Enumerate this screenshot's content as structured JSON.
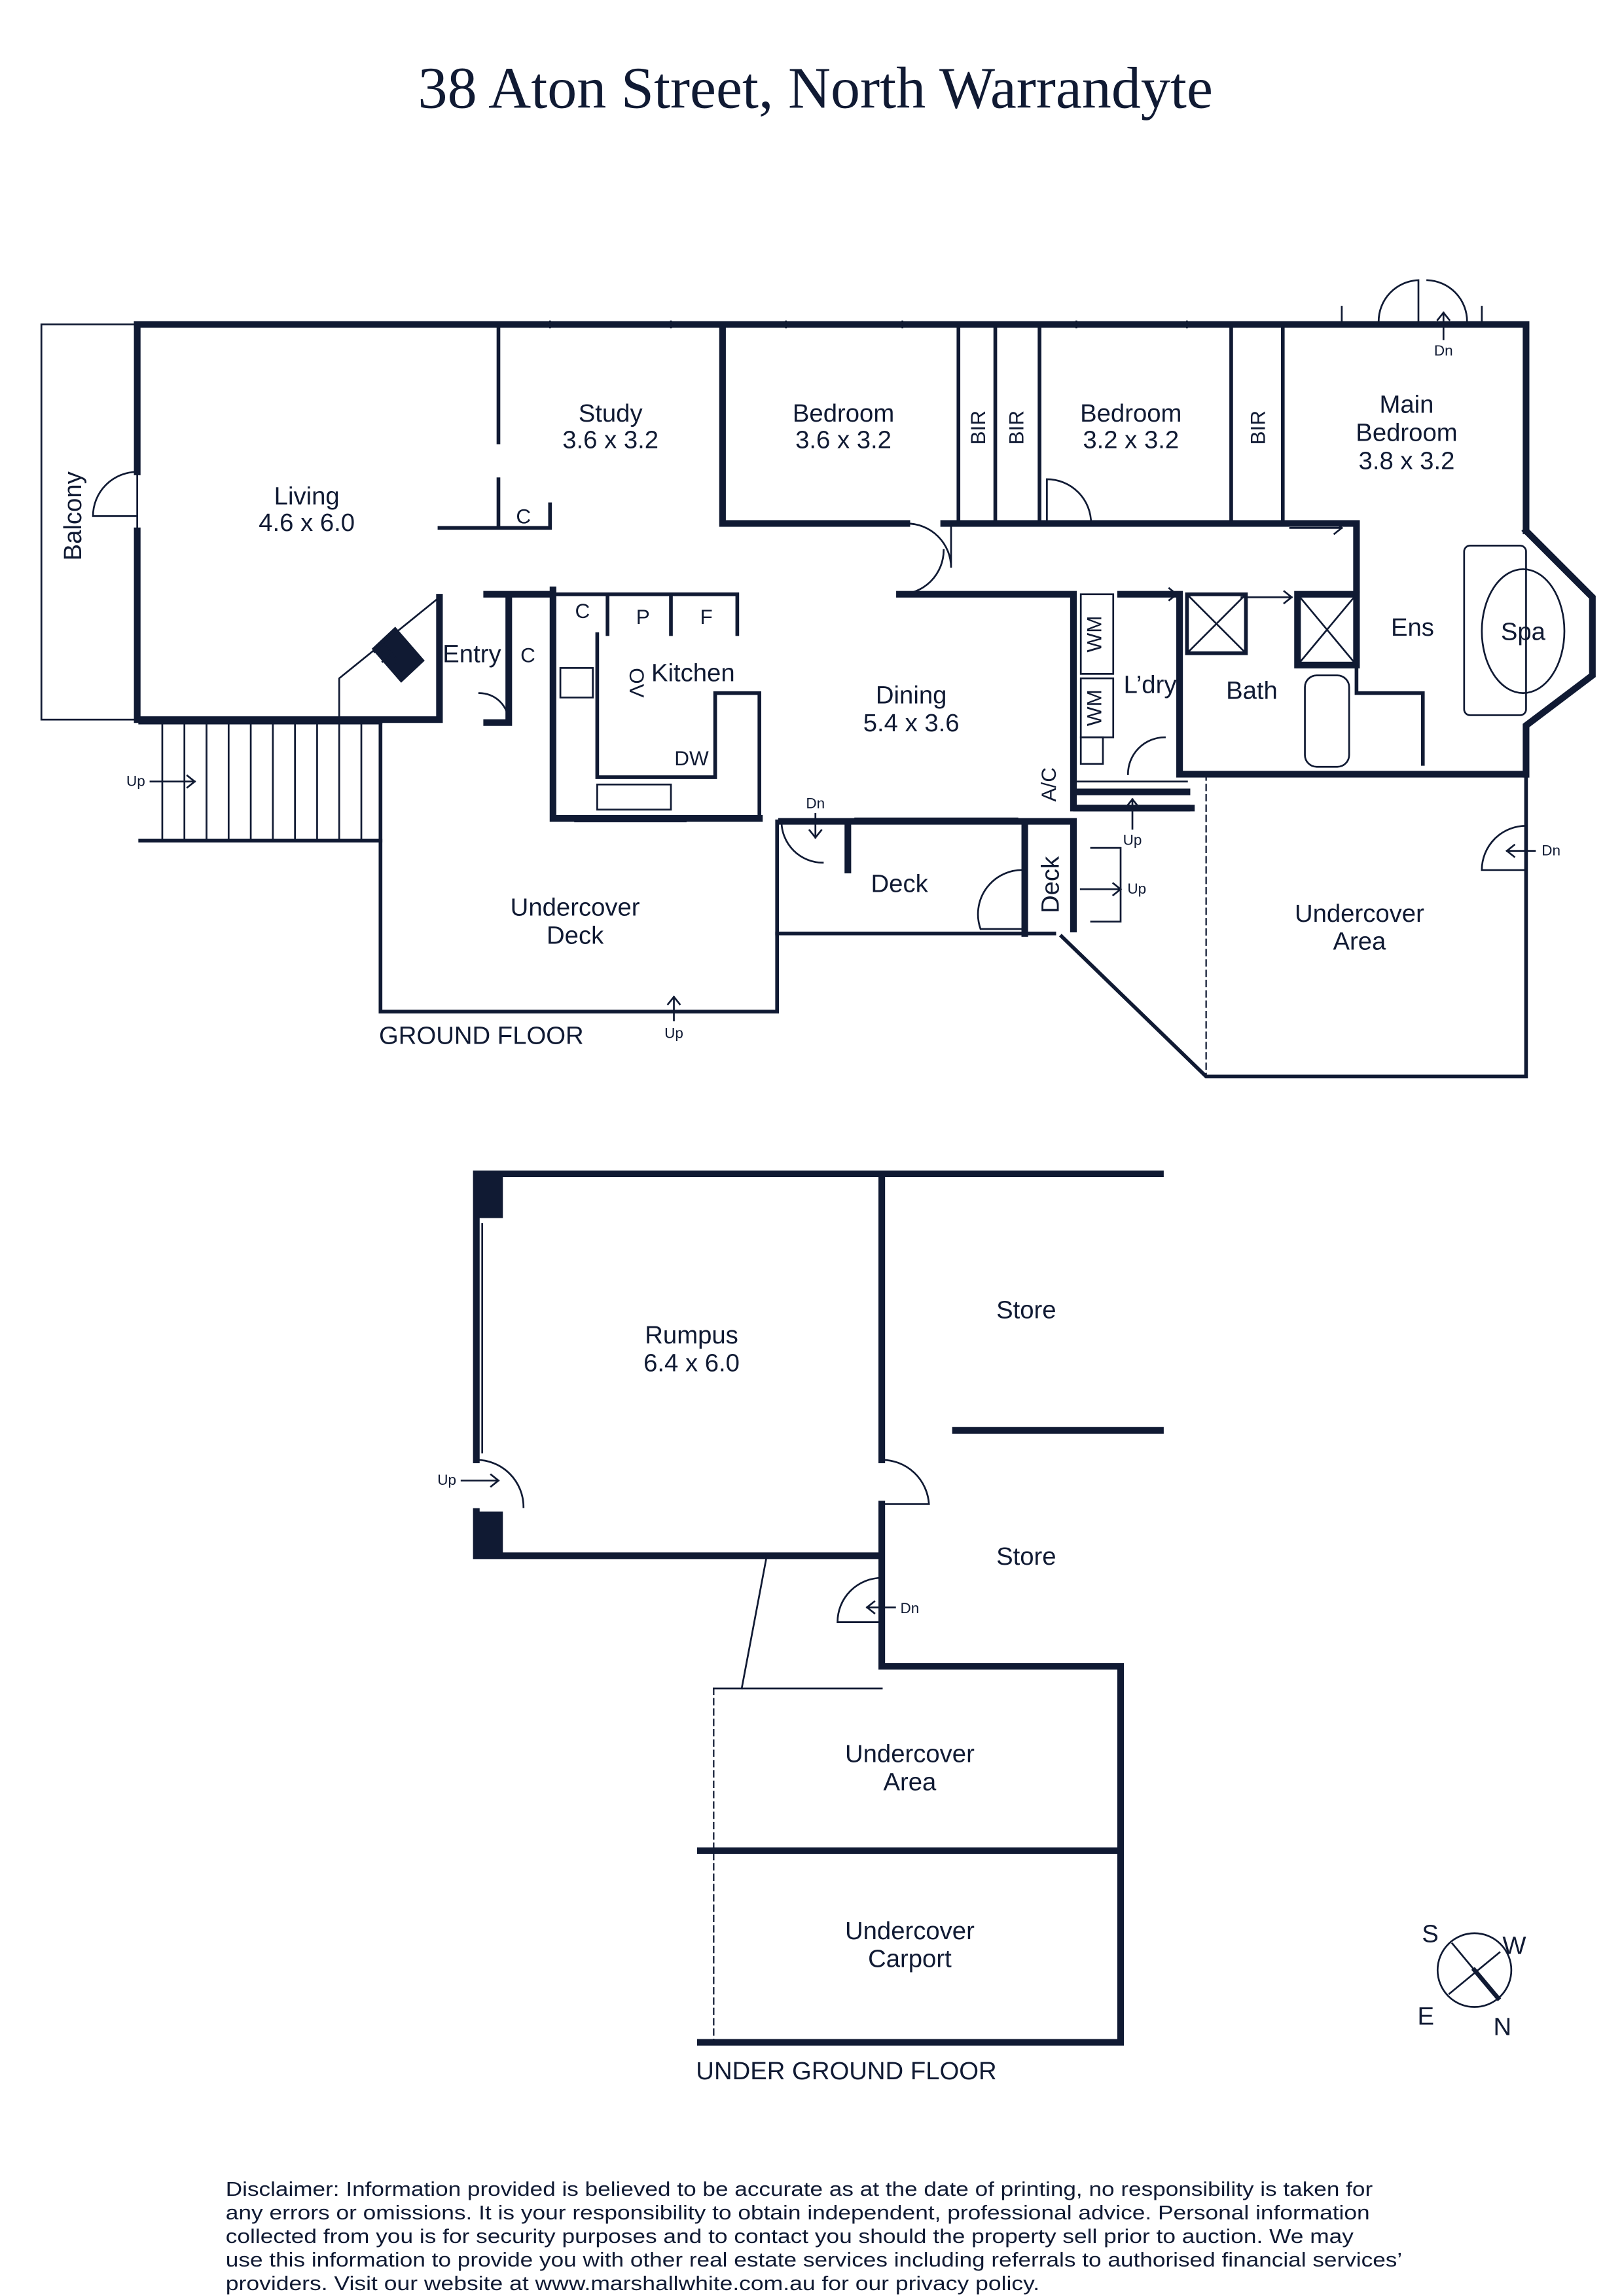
{
  "title": "38 Aton Street, North Warrandyte",
  "colors": {
    "ink": "#101a33",
    "background": "#ffffff"
  },
  "ground_floor": {
    "label": "GROUND FLOOR",
    "rooms": {
      "balcony": "Balcony",
      "living": {
        "name": "Living",
        "size": "4.6 x 6.0"
      },
      "study": {
        "name": "Study",
        "size": "3.6 x 3.2"
      },
      "bedroom1": {
        "name": "Bedroom",
        "size": "3.6 x 3.2"
      },
      "bedroom2": {
        "name": "Bedroom",
        "size": "3.2 x 3.2"
      },
      "main_bedroom": {
        "name1": "Main",
        "name2": "Bedroom",
        "size": "3.8 x 3.2"
      },
      "ens": "Ens",
      "spa": "Spa",
      "entry": "Entry",
      "kitchen": "Kitchen",
      "dining": {
        "name": "Dining",
        "size": "5.4 x 3.6"
      },
      "laundry": "L’dry",
      "bath": "Bath",
      "deck": "Deck",
      "deck_side": "Deck",
      "undercover_deck": {
        "line1": "Undercover",
        "line2": "Deck"
      },
      "undercover_area": {
        "line1": "Undercover",
        "line2": "Area"
      }
    },
    "fixtures": {
      "bir": "BIR",
      "c": "C",
      "p": "P",
      "f": "F",
      "ov": "OV",
      "dw": "DW",
      "fp": "FP",
      "wm": "WM",
      "ac": "A/C"
    },
    "arrows": {
      "up": "Up",
      "dn": "Dn"
    }
  },
  "under_ground_floor": {
    "label": "UNDER GROUND FLOOR",
    "rooms": {
      "rumpus": {
        "name": "Rumpus",
        "size": "6.4 x 6.0"
      },
      "store": "Store",
      "undercover_area": {
        "line1": "Undercover",
        "line2": "Area"
      },
      "undercover_carport": {
        "line1": "Undercover",
        "line2": "Carport"
      }
    }
  },
  "compass": {
    "s": "S",
    "w": "W",
    "e": "E",
    "n": "N"
  },
  "disclaimer": [
    "Disclaimer: Information provided is believed to be accurate as at the date of printing, no responsibility is taken for",
    "any errors or omissions. It is your responsibility to obtain independent, professional advice. Personal information",
    "collected from you is for security purposes and to contact you should the property sell prior to auction. We may",
    "use this information to provide you with other real estate services including referrals to authorised financial services’",
    "providers. Visit our website at www.marshallwhite.com.au for our privacy policy."
  ]
}
